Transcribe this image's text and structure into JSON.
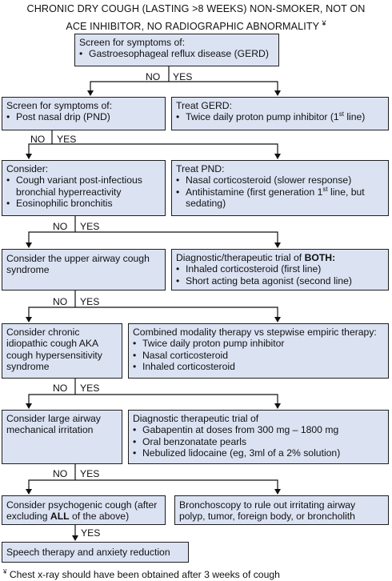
{
  "title": {
    "line1": "CHRONIC DRY COUGH (LASTING >8 WEEKS) NON-SMOKER, NOT ON",
    "line2": "ACE INHIBITOR, NO RADIOGRAPHIC ABNORMALITY",
    "mark": "¥"
  },
  "labels": {
    "no": "NO",
    "yes": "YES"
  },
  "boxes": {
    "gerd_screen": {
      "heading": "Screen for symptoms of:",
      "items": [
        "Gastroesophageal reflux disease (GERD)"
      ]
    },
    "pnd_screen": {
      "heading": "Screen for symptoms of:",
      "items": [
        "Post nasal drip (PND)"
      ]
    },
    "treat_gerd": {
      "heading": "Treat GERD:",
      "item1": "Twice daily proton pump inhibitor (1",
      "item1_sup": "st",
      "item1_end": " line)"
    },
    "consider_cva": {
      "heading": "Consider:",
      "items": [
        "Cough variant post-infectious bronchial hyperreactivity",
        "Eosinophilic bronchitis"
      ]
    },
    "treat_pnd": {
      "heading": "Treat PND:",
      "items": [
        "Nasal corticosteroid (slower response)"
      ],
      "item2": "Antihistamine (first generation 1",
      "item2_sup": "st",
      "item2_end": " line, but sedating)"
    },
    "uacs": {
      "text": "Consider the upper airway cough syndrome"
    },
    "trial_both": {
      "heading_pre": "Diagnostic/therapeutic trial of ",
      "heading_bold": "BOTH:",
      "items": [
        "Inhaled corticosteroid (first line)",
        "Short acting beta agonist (second line)"
      ]
    },
    "idiopathic": {
      "text": "Consider chronic idiopathic cough AKA cough hypersensitivity syndrome"
    },
    "combined": {
      "heading": "Combined modality therapy vs stepwise empiric therapy:",
      "items": [
        "Twice daily proton pump inhibitor",
        "Nasal corticosteroid",
        "Inhaled corticosteroid"
      ]
    },
    "large_airway": {
      "text": "Consider large airway mechanical irritation"
    },
    "gabapentin": {
      "heading": "Diagnostic therapeutic trial of",
      "items": [
        "Gabapentin at doses from 300 mg – 1800 mg",
        "Oral benzonatate pearls",
        "Nebulized lidocaine (eg, 3ml of a 2% solution)"
      ]
    },
    "psychogenic": {
      "pre": "Consider psychogenic cough (after excluding ",
      "bold": "ALL",
      "post": " of the above)"
    },
    "bronchoscopy": {
      "text": "Bronchoscopy to rule out irritating airway polyp, tumor, foreign body, or broncholith"
    },
    "speech": {
      "text": "Speech therapy and anxiety reduction"
    }
  },
  "footnote": {
    "mark": "¥",
    "text": " Chest x-ray should have been obtained after 3 weeks of cough"
  }
}
